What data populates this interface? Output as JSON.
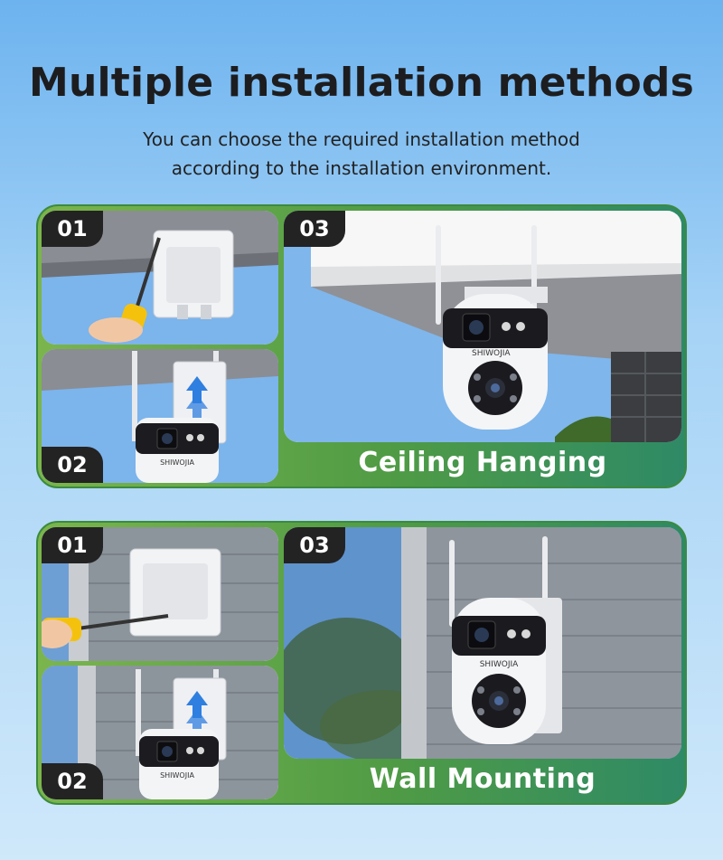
{
  "header": {
    "title": "Multiple installation methods",
    "subtitle_line1": "You can choose the required installation method",
    "subtitle_line2": "according to the installation environment."
  },
  "panels": [
    {
      "caption": "Ceiling Hanging",
      "steps": [
        {
          "label": "01",
          "image": "screwdriver-mounting-bracket-to-ceiling"
        },
        {
          "label": "02",
          "image": "sliding-camera-onto-bracket"
        },
        {
          "label": "03",
          "image": "camera-hanging-from-ceiling"
        }
      ]
    },
    {
      "caption": "Wall Mounting",
      "steps": [
        {
          "label": "01",
          "image": "screwdriver-mounting-bracket-to-wall"
        },
        {
          "label": "02",
          "image": "sliding-camera-onto-wall-bracket"
        },
        {
          "label": "03",
          "image": "camera-mounted-on-wall"
        }
      ]
    }
  ],
  "product": {
    "brand_mark": "SHIWOJIA"
  },
  "colors": {
    "panel_green_left": "#7bb54c",
    "panel_green_right": "#2e8a66",
    "badge_bg": "#232323",
    "arrow_blue": "#2f7fe0",
    "screwdriver_yellow": "#f4c20d"
  }
}
